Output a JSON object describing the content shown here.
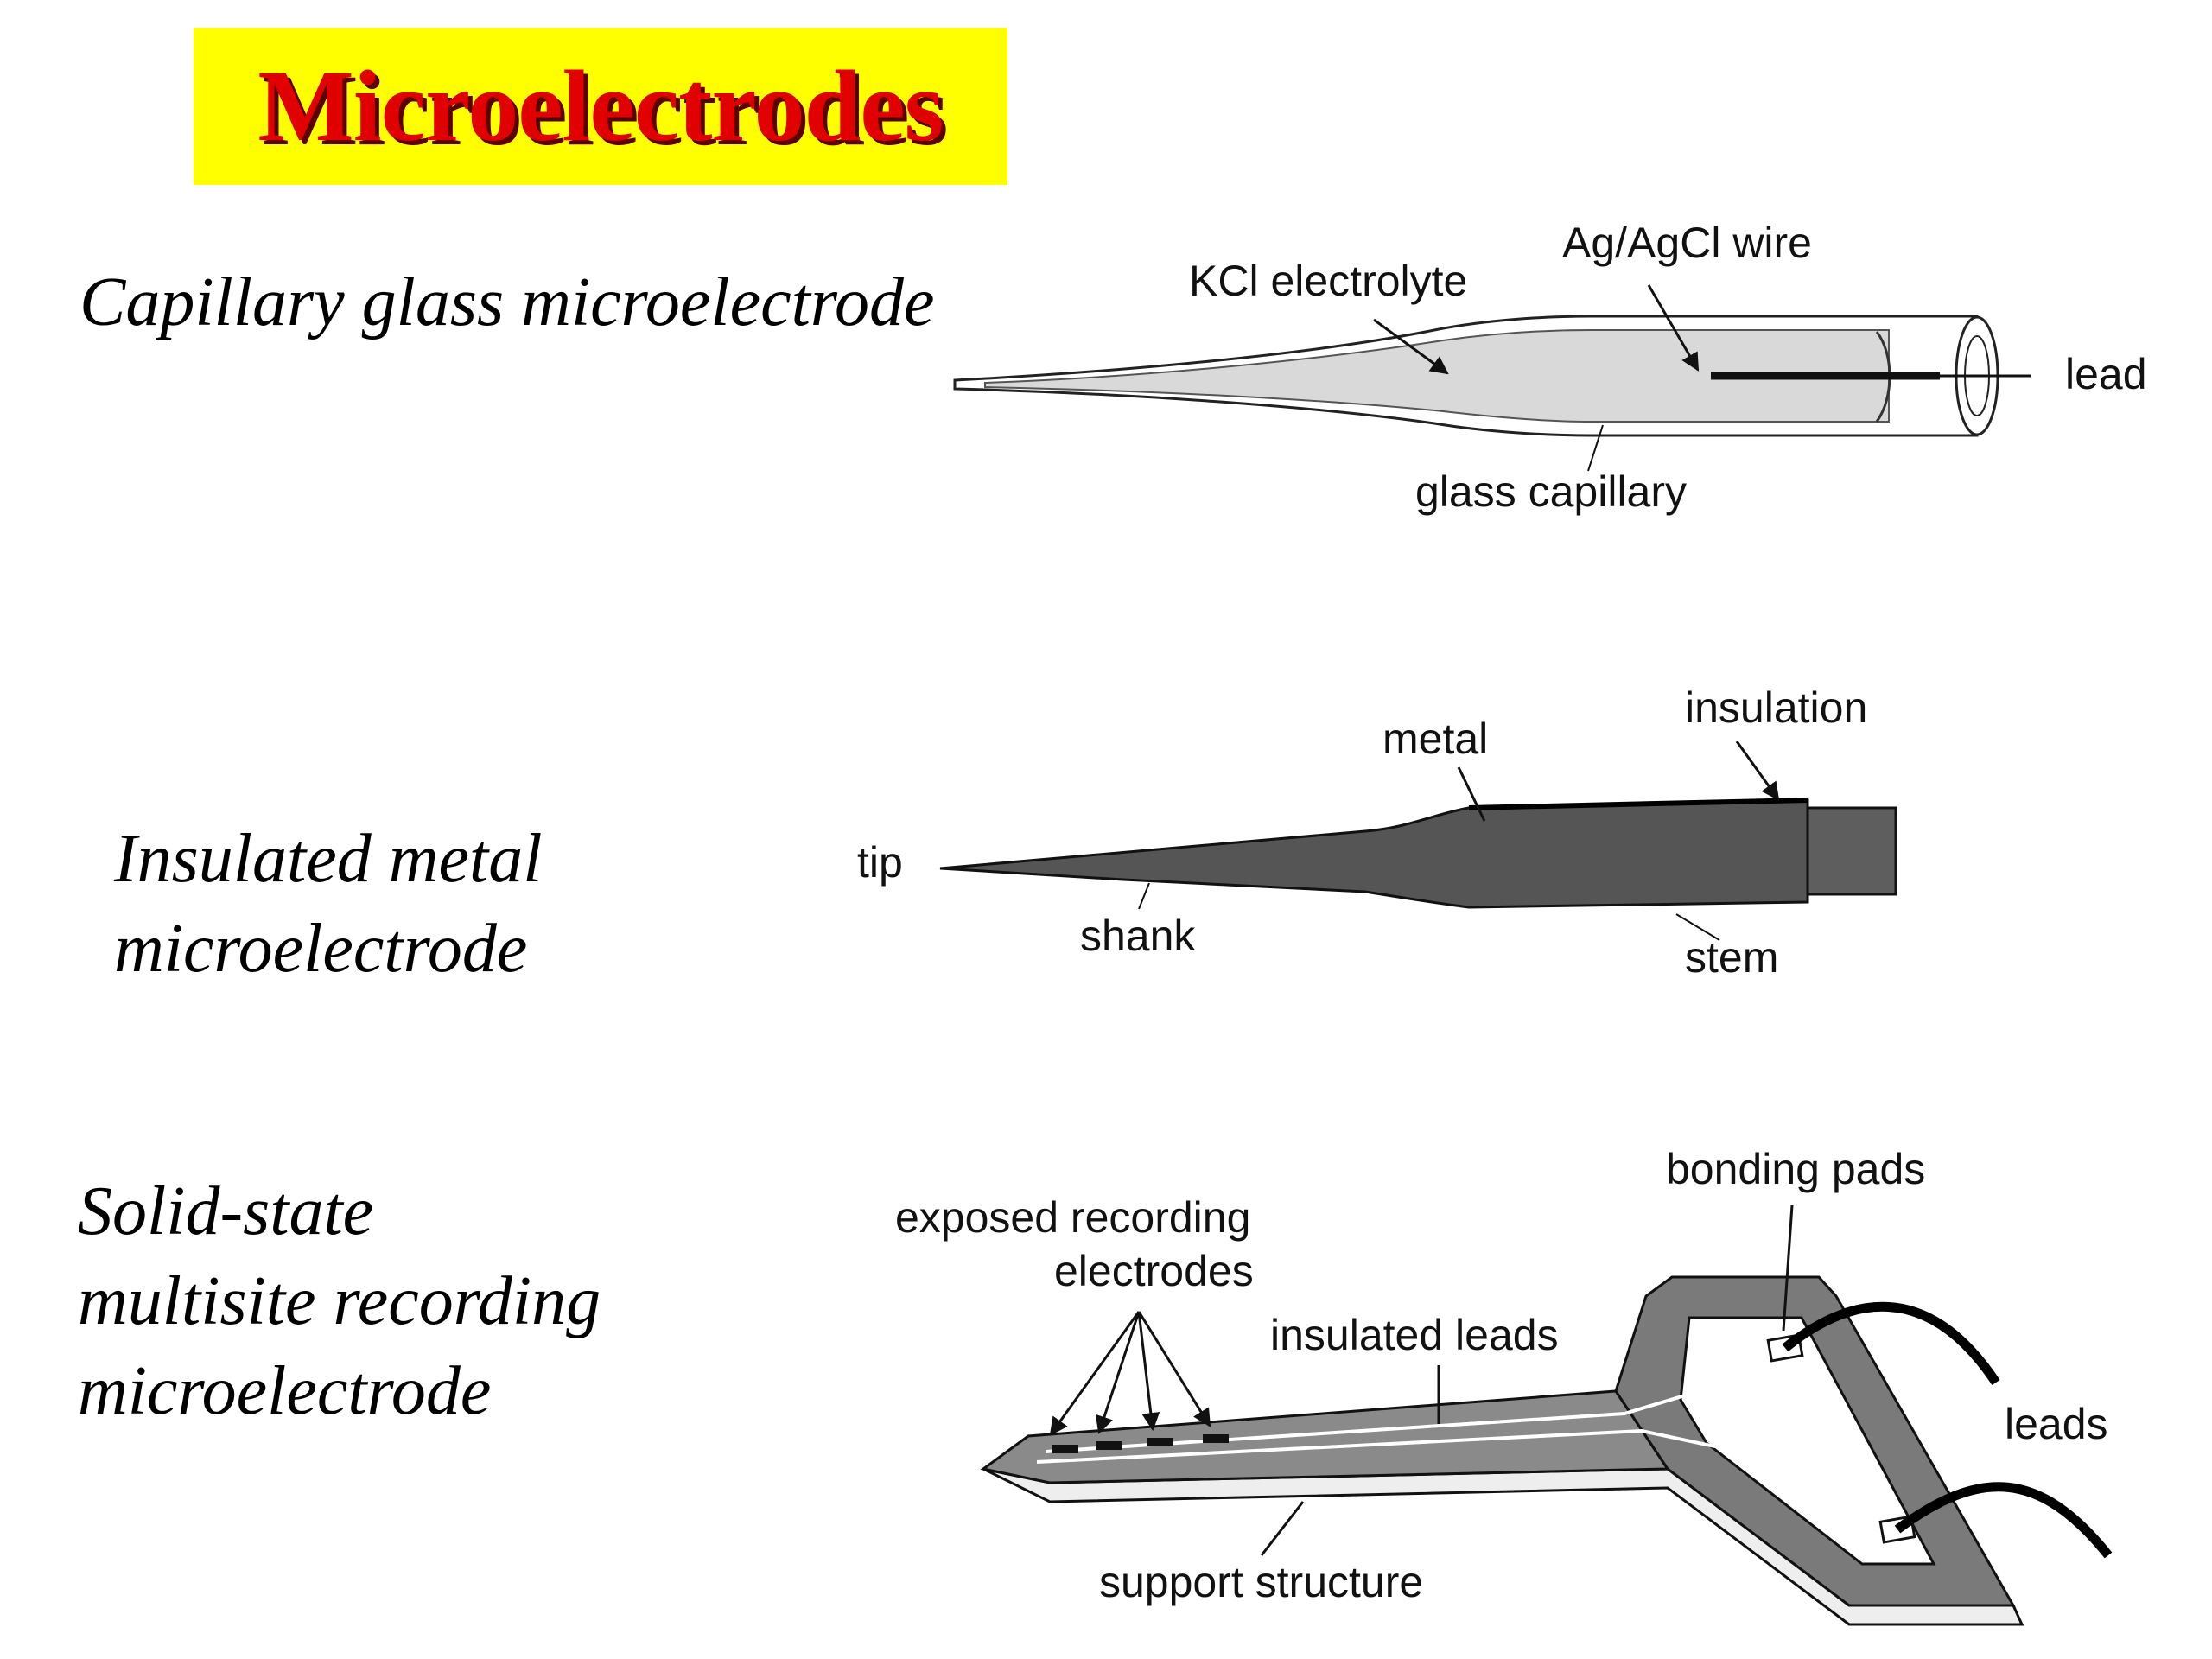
{
  "title": {
    "text": "Microelectrodes",
    "background_color": "#ffff00",
    "text_color": "#e00000"
  },
  "sections": {
    "capillary": {
      "caption": "Capillary glass microelectrode",
      "labels": {
        "kcl": "KCl electrolyte",
        "wire": "Ag/AgCl wire",
        "lead": "lead",
        "glass": "glass capillary"
      }
    },
    "metal": {
      "caption_lines": [
        "Insulated metal",
        "microelectrode"
      ],
      "labels": {
        "tip": "tip",
        "metal": "metal",
        "insulation": "insulation",
        "shank": "shank",
        "stem": "stem"
      }
    },
    "solid": {
      "caption_lines": [
        "Solid-state",
        "multisite recording",
        "microelectrode"
      ],
      "labels": {
        "exposed_line1": "exposed recording",
        "exposed_line2": "electrodes",
        "insulated_leads": "insulated leads",
        "bonding_pads": "bonding pads",
        "leads": "leads",
        "support": "support structure"
      }
    }
  }
}
